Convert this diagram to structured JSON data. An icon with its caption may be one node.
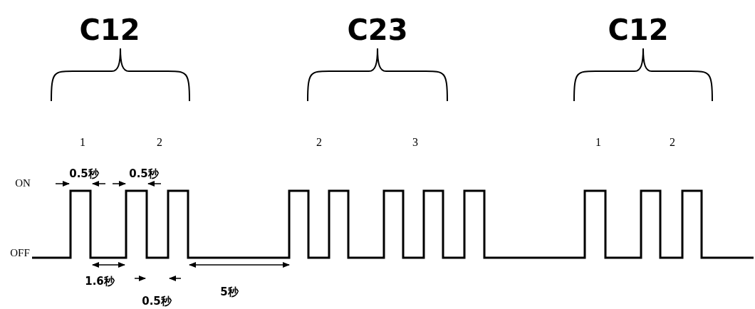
{
  "diagram": {
    "labels": [
      "C12",
      "C23",
      "C12",
      "1",
      "2",
      "2",
      "3",
      "1",
      "2",
      "ON",
      "0.5秒",
      "0.5秒",
      "OFF",
      "1.6秒",
      "5秒",
      "0.5秒"
    ]
  }
}
